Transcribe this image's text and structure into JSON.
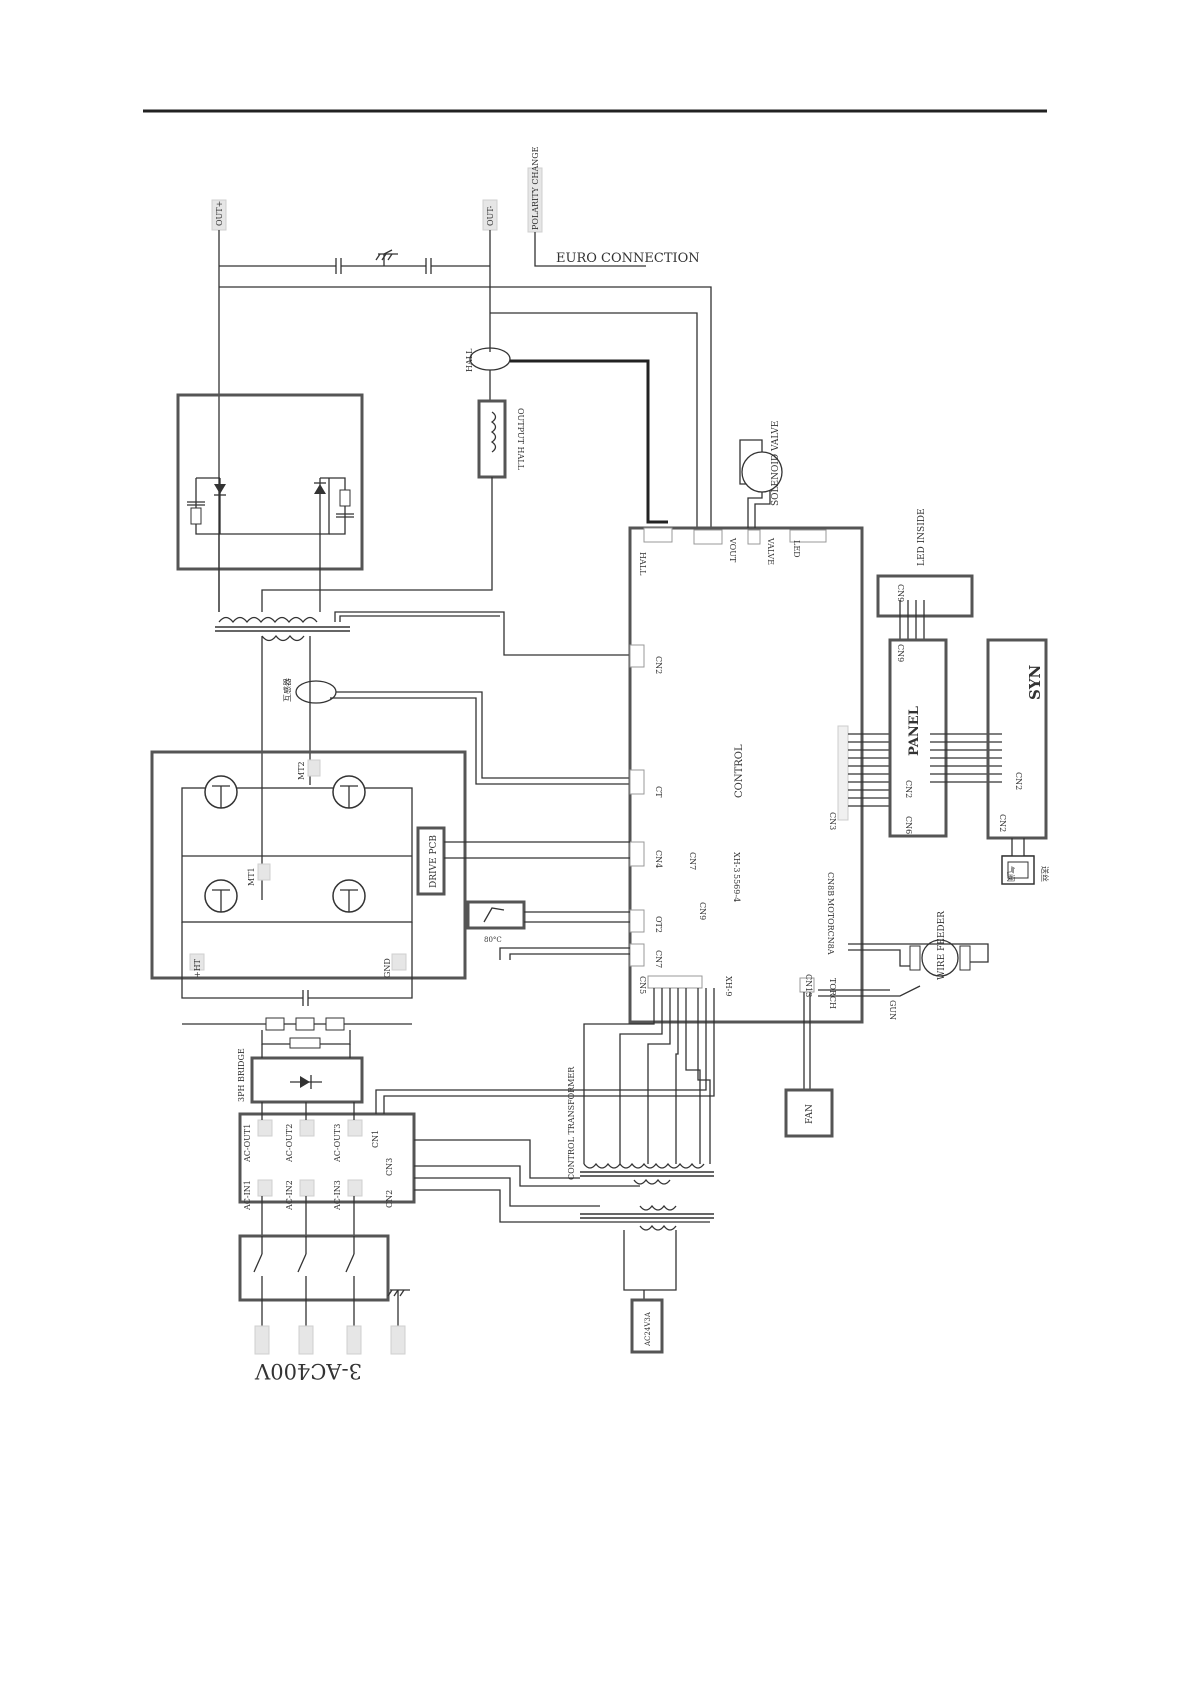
{
  "labels": {
    "out_plus": "OUT+",
    "out_minus": "OUT-",
    "polarity_change": "POLARITY CHANGE",
    "euro_connection": "EURO CONNECTION",
    "hall": "HALL",
    "output_hall": "OUTPUT HALL",
    "solenoid_valve": "SOLENOID VALVE",
    "led_inside": "LED INSIDE",
    "panel": "PANEL",
    "syn": "SYN",
    "control": "CONTROL",
    "cn2": "CN2",
    "ct": "CT",
    "cn4": "CN4",
    "ot2": "OT2",
    "cn7": "CN7",
    "cn3": "CN3",
    "cn6": "CN6",
    "cn9": "CN9",
    "cn5": "CN5",
    "xh9": "XH-9",
    "cn13": "CN13",
    "torch": "TORCH",
    "gun": "GUN",
    "valve": "VALVE",
    "vout": "VOUT",
    "led": "LED",
    "motorcn8a": "MOTORCN8A",
    "cn8b": "CN8B",
    "xh3": "XH-3",
    "p5569": "5569-4",
    "cn7b": "CN7",
    "cn9b": "CN9",
    "wire_feeder": "WIRE FEEDER",
    "fan": "FAN",
    "drive_pcb": "DRIVE PCB",
    "mt1": "MT1",
    "mt2": "MT2",
    "plus_ht": "+HT",
    "gnd": "GND",
    "temp": "80°C",
    "bridge": "3PH BRIDGE",
    "control_transformer": "CONTROL TRANSFORMER",
    "ac24v": "AC24V3A",
    "ac_out1": "AC-OUT1",
    "ac_out2": "AC-OUT2",
    "ac_out3": "AC-OUT3",
    "ac_in1": "AC-IN1",
    "ac_in2": "AC-IN2",
    "ac_in3": "AC-IN3",
    "cn1": "CN1",
    "cn3b": "CN3",
    "cn2b": "CN2",
    "cn2c": "CN2",
    "input": "3-AC400V",
    "cn2d": "CN2",
    "current_sensor_cn": "互感器",
    "gas_cn": "气阀",
    "gas2_cn": "送丝"
  }
}
